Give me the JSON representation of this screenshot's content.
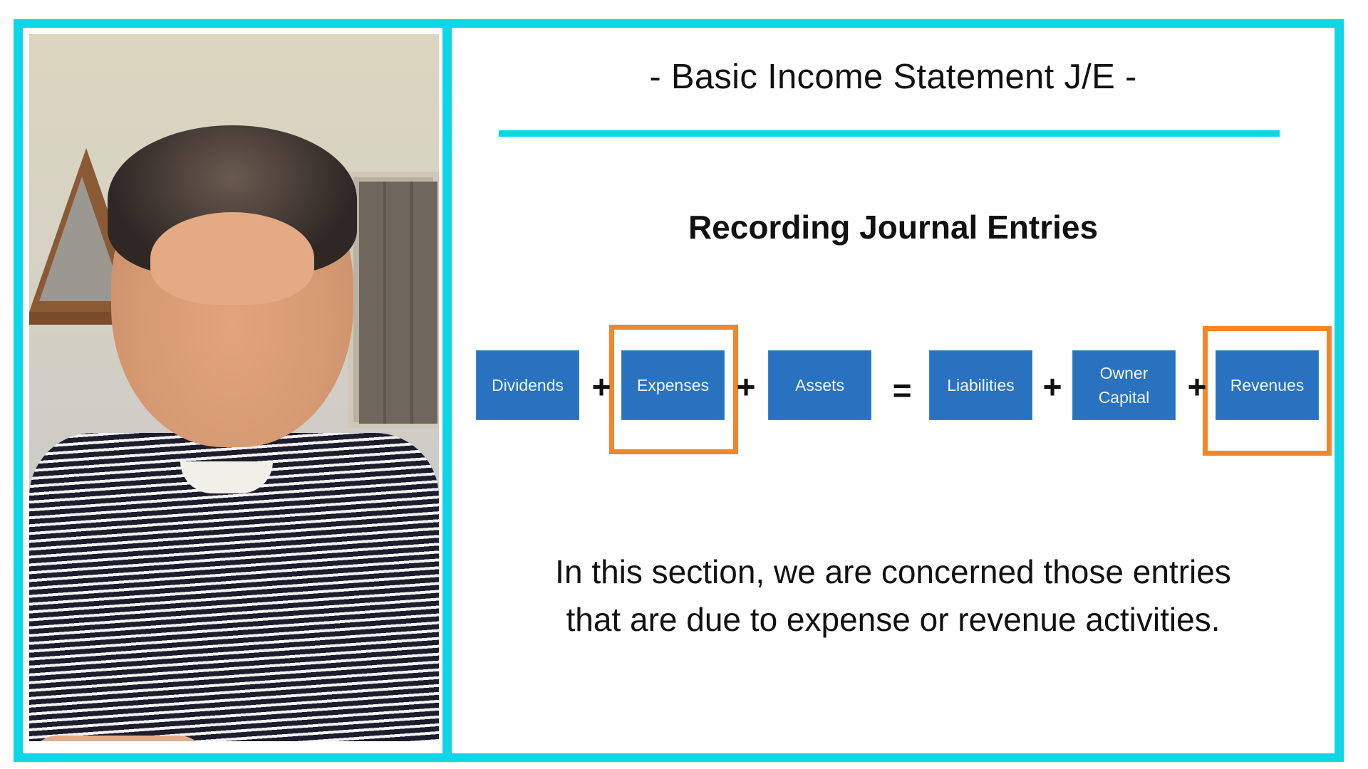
{
  "slide": {
    "title": "- Basic Income Statement J/E -",
    "subtitle": "Recording Journal Entries",
    "equation": {
      "left": [
        {
          "label": "Dividends",
          "highlighted": false
        },
        {
          "label": "Expenses",
          "highlighted": true
        },
        {
          "label": "Assets",
          "highlighted": false
        }
      ],
      "right": [
        {
          "label": "Liabilities",
          "highlighted": false
        },
        {
          "label": "Owner Capital",
          "highlighted": false
        },
        {
          "label": "Revenues",
          "highlighted": true
        }
      ],
      "operators": {
        "plus": "+",
        "equals": "="
      }
    },
    "body_line_1": "In this section, we are concerned those entries",
    "body_line_2": "that are due to expense or revenue activities."
  },
  "presenter": {
    "description": "webcam video of presenter in striped polo shirt"
  },
  "colors": {
    "frame": "#0ed6e6",
    "box": "#2872c0",
    "highlight": "#f2862b",
    "text": "#111111"
  }
}
